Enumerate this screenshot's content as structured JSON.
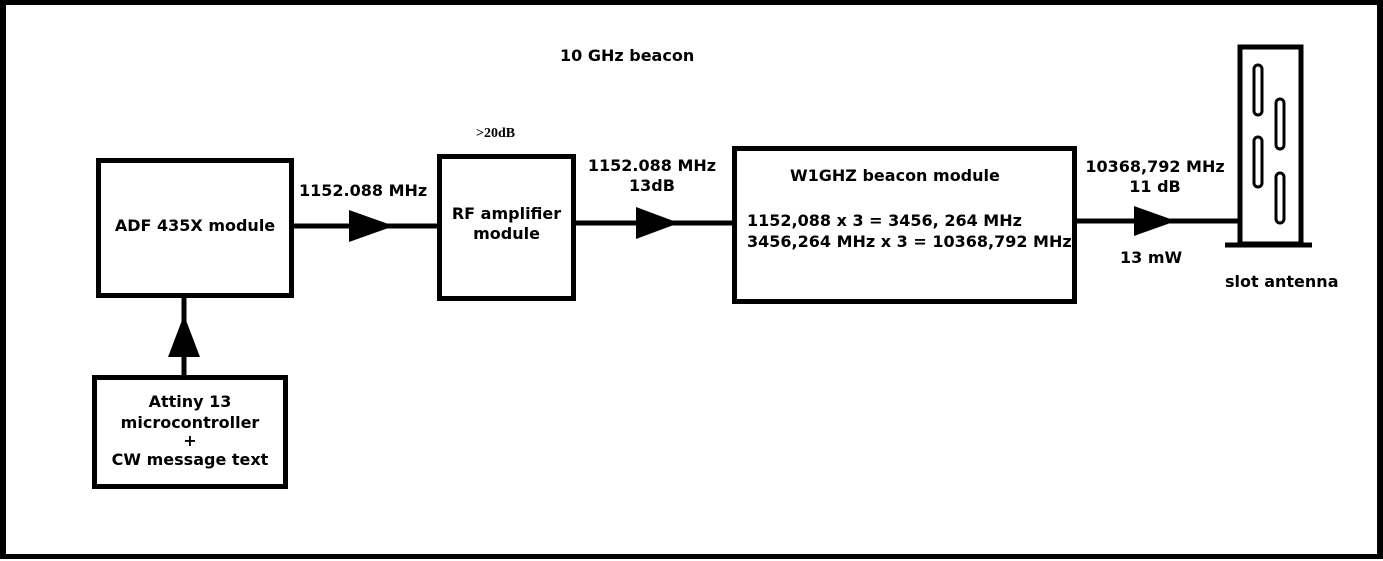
{
  "title": "10 GHz beacon",
  "blocks": {
    "adf": {
      "label": "ADF 435X module"
    },
    "attiny": {
      "lines": [
        "Attiny 13",
        "microcontroller",
        "+",
        "CW message text"
      ]
    },
    "amplifier": {
      "lines": [
        "RF amplifier",
        "module"
      ],
      "gain_label": ">20dB"
    },
    "w1ghz": {
      "title": "W1GHZ beacon module",
      "lines": [
        "1152,088 x 3 = 3456, 264 MHz",
        "3456,264 MHz x 3 = 10368,792 MHz"
      ]
    },
    "antenna": {
      "label": "slot antenna"
    }
  },
  "links": {
    "adf_to_amp": {
      "label": "1152.088 MHz"
    },
    "amp_to_w1ghz": {
      "lines": [
        "1152.088 MHz",
        "13dB"
      ]
    },
    "w1ghz_to_antenna": {
      "lines": [
        "10368,792 MHz",
        "11 dB"
      ],
      "power": "13 mW"
    }
  },
  "colors": {
    "ink": "#000000",
    "background": "#ffffff"
  }
}
